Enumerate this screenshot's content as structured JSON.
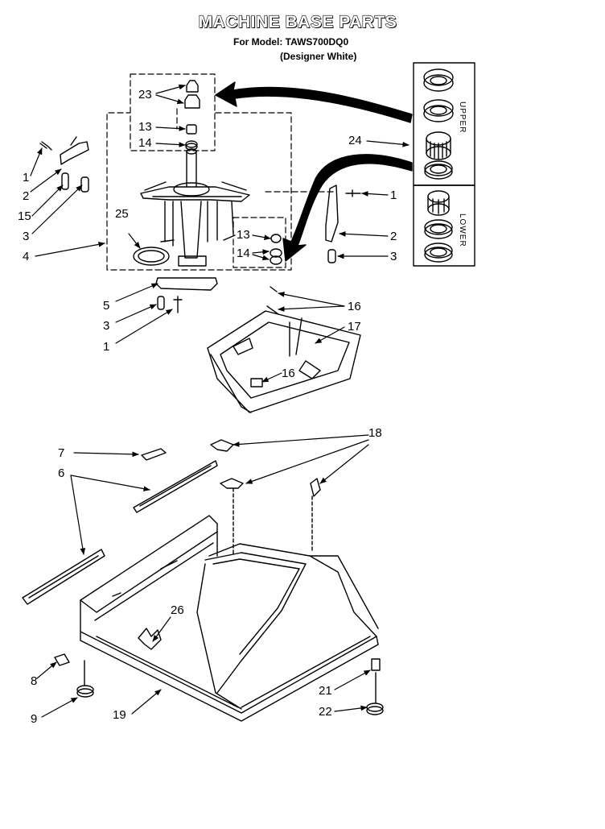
{
  "header": {
    "title": "MACHINE BASE PARTS",
    "model_line": "For Model: TAWS700DQ0",
    "color_line": "(Designer White)"
  },
  "kit_labels": {
    "upper": "UPPER",
    "lower": "LOWER"
  },
  "callouts": [
    {
      "id": "c23",
      "text": "23"
    },
    {
      "id": "c13a",
      "text": "13"
    },
    {
      "id": "c14a",
      "text": "14"
    },
    {
      "id": "c24",
      "text": "24"
    },
    {
      "id": "c1a",
      "text": "1"
    },
    {
      "id": "c2a",
      "text": "2"
    },
    {
      "id": "c15",
      "text": "15"
    },
    {
      "id": "c3a",
      "text": "3"
    },
    {
      "id": "c25",
      "text": "25"
    },
    {
      "id": "c4",
      "text": "4"
    },
    {
      "id": "c13b",
      "text": "13"
    },
    {
      "id": "c14b",
      "text": "14"
    },
    {
      "id": "c1b",
      "text": "1"
    },
    {
      "id": "c2b",
      "text": "2"
    },
    {
      "id": "c3b",
      "text": "3"
    },
    {
      "id": "c5",
      "text": "5"
    },
    {
      "id": "c3c",
      "text": "3"
    },
    {
      "id": "c1c",
      "text": "1"
    },
    {
      "id": "c16a",
      "text": "16"
    },
    {
      "id": "c17",
      "text": "17"
    },
    {
      "id": "c16b",
      "text": "16"
    },
    {
      "id": "c7",
      "text": "7"
    },
    {
      "id": "c18",
      "text": "18"
    },
    {
      "id": "c6",
      "text": "6"
    },
    {
      "id": "c26",
      "text": "26"
    },
    {
      "id": "c8",
      "text": "8"
    },
    {
      "id": "c9",
      "text": "9"
    },
    {
      "id": "c19",
      "text": "19"
    },
    {
      "id": "c21",
      "text": "21"
    },
    {
      "id": "c22",
      "text": "22"
    }
  ]
}
